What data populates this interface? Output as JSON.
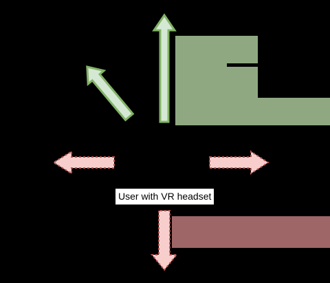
{
  "caption": "User with VR headset",
  "colors": {
    "background": "#000000",
    "forward_fill": "#d5e8d4",
    "forward_stroke": "#82b366",
    "forward_panel": "#8fa882",
    "lateral_fill": "#f8cecc",
    "lateral_stroke": "#b85450",
    "lateral_panel": "#9e6666"
  },
  "arrows": [
    {
      "name": "arrow-up",
      "style": "solid-green"
    },
    {
      "name": "arrow-up-left",
      "style": "solid-green"
    },
    {
      "name": "arrow-left",
      "style": "dashed-red"
    },
    {
      "name": "arrow-right",
      "style": "dashed-red"
    },
    {
      "name": "arrow-down",
      "style": "dashed-red"
    }
  ]
}
